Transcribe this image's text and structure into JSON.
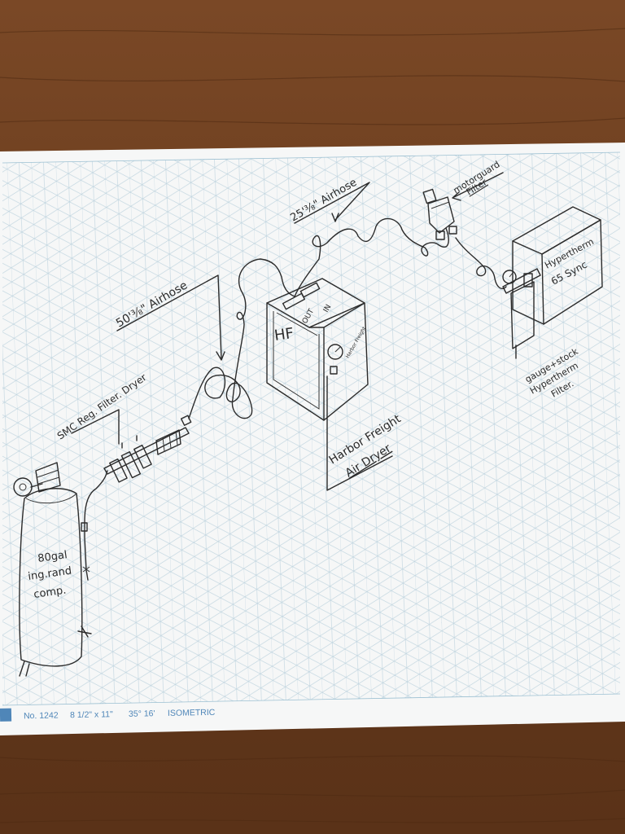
{
  "colors": {
    "wood": "#6b3d1f",
    "paper": "#f7f8f8",
    "grid": "#a9c7d6",
    "ink": "#2b2b2b",
    "print_blue": "#4f86b8"
  },
  "components": {
    "compressor": {
      "line1": "80gal",
      "line2": "ing.rand",
      "line3": "comp."
    },
    "filter_regulator": {
      "label": "SMC Reg. Filter. Dryer"
    },
    "hose_1": {
      "label": "50'⅜\" Airhose"
    },
    "air_dryer": {
      "badge": "HF",
      "port_out": "OUT",
      "port_in": "IN",
      "panel_logo": "Harbor Freight",
      "label_line1": "Harbor Freight",
      "label_line2": "Air Dryer"
    },
    "hose_2": {
      "label": "25'⅜\" Airhose"
    },
    "motorguard_filter": {
      "line1": "motorguard",
      "line2": "Filter"
    },
    "plasma_cutter": {
      "line1": "Hypertherm",
      "line2": "65 Sync"
    },
    "stock_filter": {
      "line1": "gauge+stock",
      "line2": "Hypertherm",
      "line3": "Filter."
    }
  },
  "paper_footer": {
    "number": "No. 1242",
    "size": "8 1/2\" x 11\"",
    "angle": "35° 16'",
    "type": "ISOMETRIC"
  }
}
